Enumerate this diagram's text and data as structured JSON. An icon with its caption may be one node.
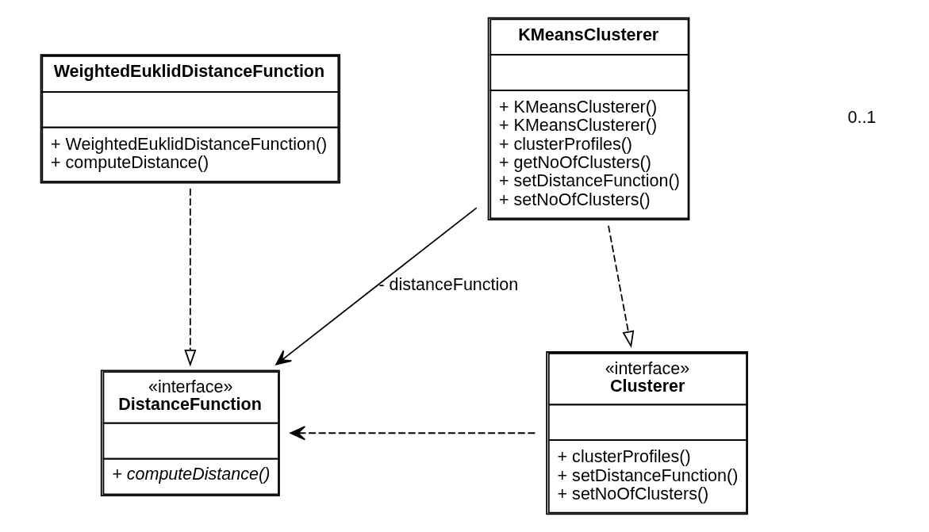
{
  "diagram": {
    "nodes": [
      {
        "text": [
          "«interface»",
          "DistanceFunction",
          "+ computeDistance()"
        ]
      },
      {
        "text": [
          "«interface»",
          "Clusterer",
          "+ clusterProfiles()",
          "+ setDistanceFunction()",
          "+ setNoOfClusters()"
        ]
      },
      {
        "text": [
          "WeightedEuklidDistanceFunction",
          "+ WeightedEuklidDistanceFunction()",
          "+ computeDistance()"
        ]
      },
      {
        "text": [
          "KMeansClusterer",
          "+ KMeansClusterer()",
          "+ KMeansClusterer()",
          "+ clusterProfiles()",
          "+ getNoOfClusters()",
          "+ setDistanceFunction()",
          "+ setNoOfClusters()"
        ]
      }
    ],
    "edges": [
      {
        "from": 1,
        "to": 0,
        "arrow": "to",
        "style": "dashed"
      },
      {
        "from": 3,
        "to": 0,
        "arrow": "to",
        "label": "- distanceFunction"
      },
      {
        "from": 2,
        "to": 0,
        "arrow": "to",
        "style": "dashed"
      },
      {
        "from": 3,
        "to": 1,
        "arrow": "to",
        "style": "dashed"
      }
    ],
    "labels": [
      "0..1"
    ]
  }
}
